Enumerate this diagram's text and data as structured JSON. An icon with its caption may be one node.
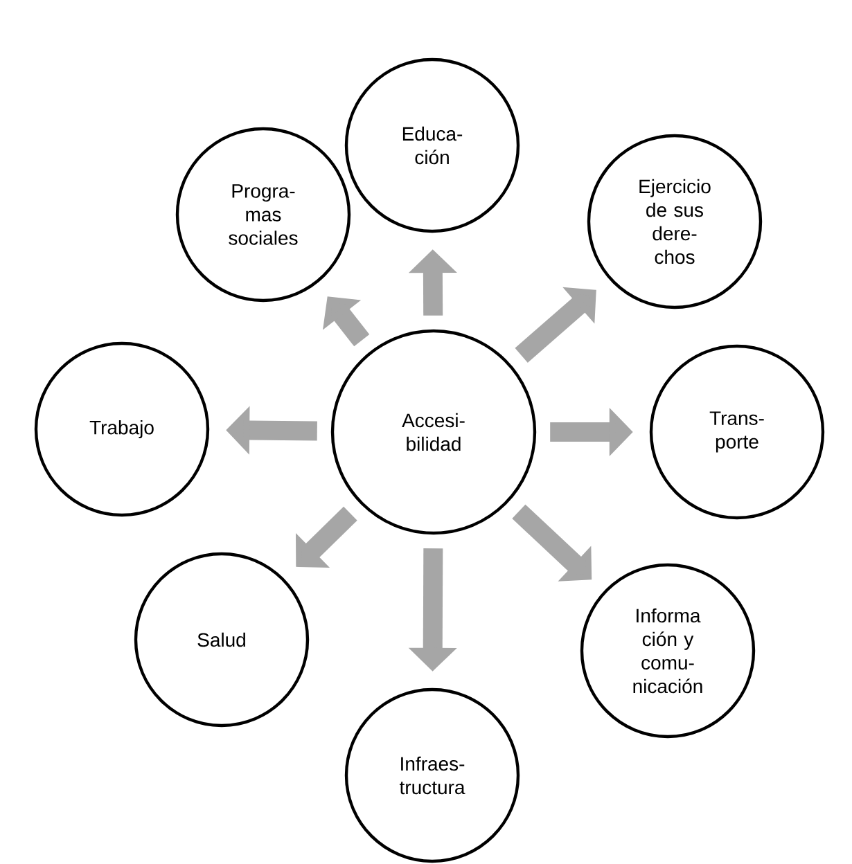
{
  "diagram": {
    "nodes": [
      {
        "text": [
          "Accesi- bilidad"
        ]
      },
      {
        "text": [
          "Educa- ción"
        ]
      },
      {
        "text": [
          "Ejercicio de sus dere- chos"
        ]
      },
      {
        "text": [
          "Trans- porte"
        ]
      },
      {
        "text": [
          "Informa ción y comu- nicación"
        ]
      },
      {
        "text": [
          "Infraes- tructura"
        ]
      },
      {
        "text": [
          "Salud"
        ]
      },
      {
        "text": [
          "Trabajo"
        ]
      },
      {
        "text": [
          "Progra- mas sociales"
        ]
      }
    ],
    "edges": [
      {
        "from": 0,
        "to": 1,
        "arrow": "to"
      },
      {
        "from": 0,
        "to": 2,
        "arrow": "to"
      },
      {
        "from": 0,
        "to": 3,
        "arrow": "to"
      },
      {
        "from": 0,
        "to": 4,
        "arrow": "to"
      },
      {
        "from": 0,
        "to": 5,
        "arrow": "to"
      },
      {
        "from": 0,
        "to": 6,
        "arrow": "to"
      },
      {
        "from": 0,
        "to": 7,
        "arrow": "to"
      },
      {
        "from": 0,
        "to": 8,
        "arrow": "to"
      }
    ]
  }
}
